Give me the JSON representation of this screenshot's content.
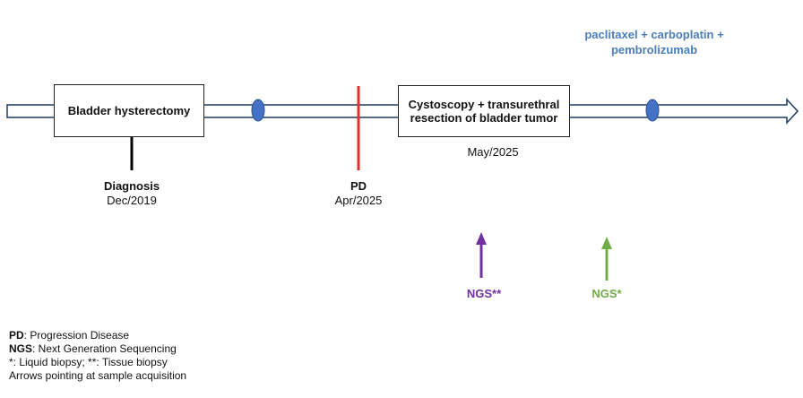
{
  "colors": {
    "timeline_outline": "#1f3a5f",
    "event_marker": "#4472c4",
    "pd_line": "#e03030",
    "ngs_tissue": "#7030a0",
    "ngs_liquid": "#70ad47",
    "therapy_text": "#4a7ebb"
  },
  "boxes": {
    "bladder": "Bladder hysterectomy",
    "cystoscopy": "Cystoscopy + transurethral resection of bladder tumor"
  },
  "diagnosis": {
    "label": "Diagnosis",
    "date": "Dec/2019"
  },
  "pd": {
    "label": "PD",
    "date": "Apr/2025"
  },
  "cystoscopy_date": "May/2025",
  "therapy": {
    "line1": "paclitaxel + carboplatin +",
    "line2": "pembrolizumab"
  },
  "ngs_tissue_label": "NGS**",
  "ngs_liquid_label": "NGS*",
  "legend": {
    "pd_abbr": "PD",
    "pd_def": ": Progression Disease",
    "ngs_abbr": "NGS",
    "ngs_def": ": Next Generation Sequencing",
    "biopsy": "*: Liquid biopsy; **: Tissue biopsy",
    "arrows": "Arrows pointing at sample acquisition"
  }
}
